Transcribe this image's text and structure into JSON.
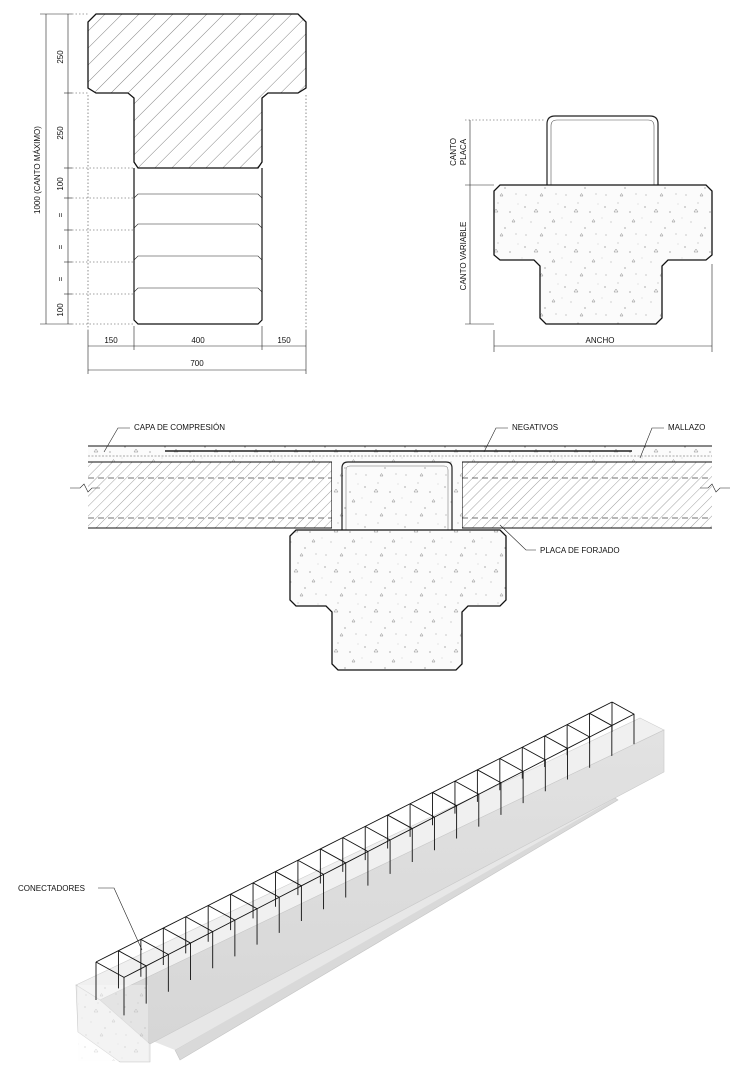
{
  "section_dims": {
    "left": [
      "250",
      "250",
      "100",
      "=",
      "=",
      "=",
      "100"
    ],
    "total_vertical": "1000 (CANTO MÁXIMO)",
    "bottom": [
      "150",
      "400",
      "150"
    ],
    "total_bottom": "700"
  },
  "beam_section": {
    "canto_placa": [
      "CANTO",
      "PLACA"
    ],
    "canto_variable": "CANTO VARIABLE",
    "ancho": "ANCHO"
  },
  "slab_section": {
    "capa": "CAPA DE COMPRESIÓN",
    "negativos": "NEGATIVOS",
    "mallazo": "MALLAZO",
    "placa": "PLACA DE FORJADO"
  },
  "iso": {
    "conectadores": "CONECTADORES"
  }
}
